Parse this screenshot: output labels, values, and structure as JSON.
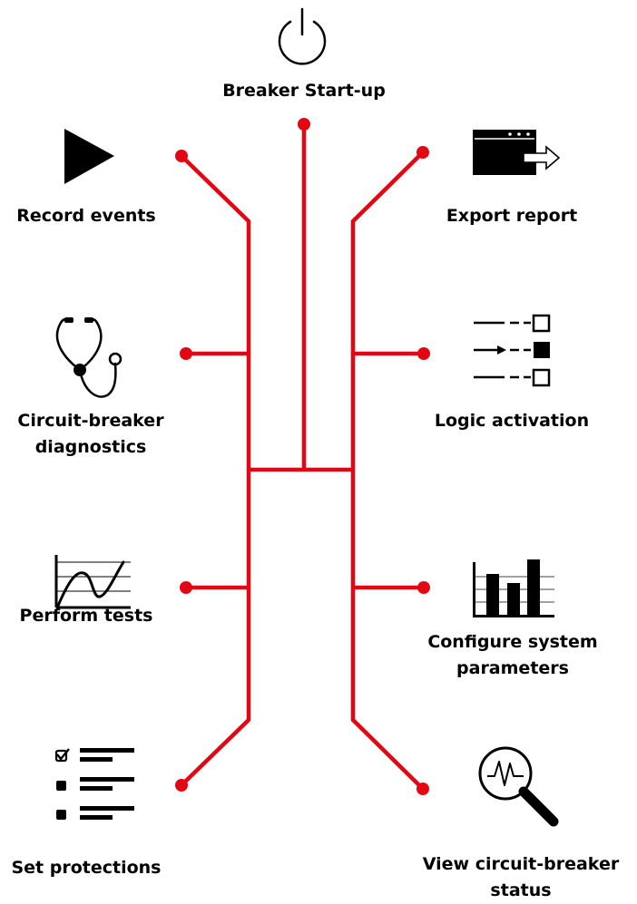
{
  "accent_color": "#e30613",
  "features": {
    "startup": {
      "icon": "power-icon",
      "lines": [
        "Breaker Start-up"
      ]
    },
    "record": {
      "icon": "play-icon",
      "lines": [
        "Record events"
      ]
    },
    "export": {
      "icon": "export-window-icon",
      "lines": [
        "Export report"
      ]
    },
    "diagnostics": {
      "icon": "stethoscope-icon",
      "lines": [
        "Circuit-breaker",
        "diagnostics"
      ]
    },
    "logic": {
      "icon": "logic-selection-icon",
      "lines": [
        "Logic activation"
      ]
    },
    "tests": {
      "icon": "line-chart-icon",
      "lines": [
        "Perform tests"
      ]
    },
    "config": {
      "icon": "bar-chart-icon",
      "lines": [
        "Configure system",
        "parameters"
      ]
    },
    "protections": {
      "icon": "checklist-icon",
      "lines": [
        "Set protections"
      ]
    },
    "status": {
      "icon": "magnifier-waveform-icon",
      "lines": [
        "View circuit-breaker",
        "status"
      ]
    }
  }
}
